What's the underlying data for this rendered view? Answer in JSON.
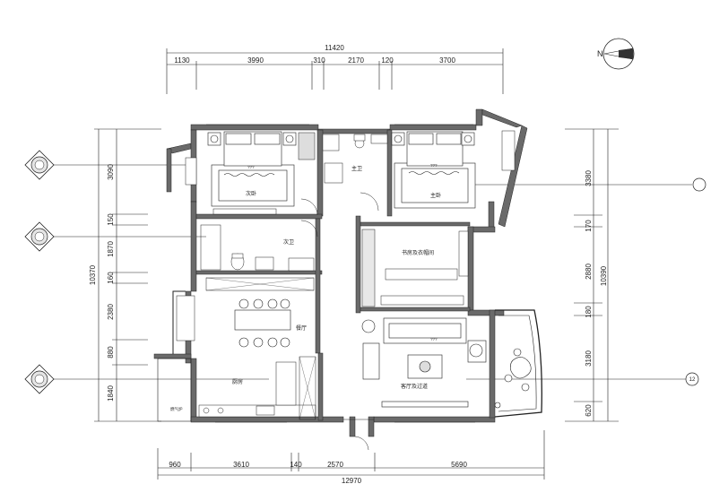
{
  "compass": {
    "north": "N"
  },
  "dims": {
    "top_total": "11420",
    "top_segments": [
      "1130",
      "3990",
      "310",
      "2170",
      "120",
      "3700"
    ],
    "bottom_total": "12970",
    "bottom_segments": [
      "960",
      "3610",
      "140",
      "2570",
      "5690"
    ],
    "left_total": "10370",
    "left_segments": [
      "3090",
      "150",
      "1870",
      "160",
      "2380",
      "880",
      "1840"
    ],
    "right_total": "10390",
    "right_segments": [
      "3380",
      "170",
      "2880",
      "180",
      "3180",
      "620"
    ]
  },
  "rooms": {
    "second_bedroom": "次卧",
    "master_bedroom": "主卧",
    "master_bath": "主卫",
    "second_bath": "次卫",
    "study": "书房及衣帽间",
    "dining": "餐厅",
    "kitchen": "厨房",
    "living": "客厅及过道"
  },
  "fixture_tag": "???",
  "annotations": {
    "gas": "燃气炉"
  },
  "markers": {
    "m12_right": "12"
  },
  "colors": {
    "wall": "#6a6a6a",
    "line": "#222222",
    "light": "#9a9a9a"
  }
}
